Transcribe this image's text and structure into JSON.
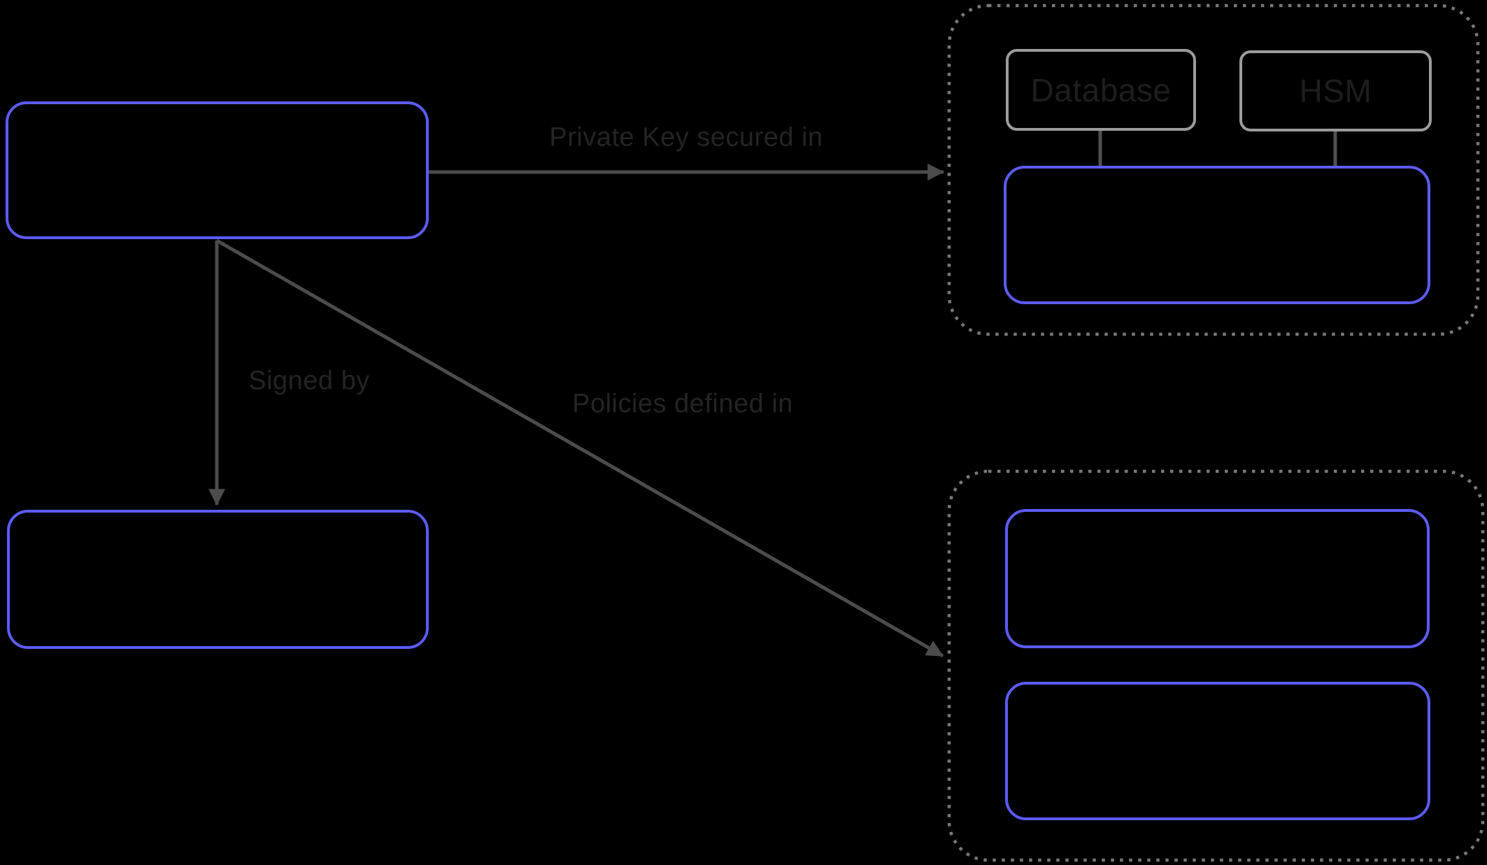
{
  "diagram": {
    "background": "#000000",
    "edges": {
      "private_key": {
        "label": "Private Key secured in"
      },
      "signed_by": {
        "label": "Signed by"
      },
      "policies": {
        "label": "Policies defined in"
      }
    },
    "nodes": {
      "database": {
        "label": "Database"
      },
      "hsm": {
        "label": "HSM"
      }
    },
    "groups": {
      "top_right": {
        "children": [
          "database",
          "hsm",
          "empty-blue-box"
        ]
      },
      "bottom_right": {
        "children": [
          "empty-blue-box-1",
          "empty-blue-box-2"
        ]
      }
    },
    "colors": {
      "node_border_blue": "#5d5bf5",
      "node_border_gray": "#9c9c9c",
      "group_border_dotted": "#787878",
      "arrow": "#4c4c4c",
      "connector": "#505050",
      "edge_label_text": "#242426",
      "node_label_text": "#1e1e20"
    }
  }
}
